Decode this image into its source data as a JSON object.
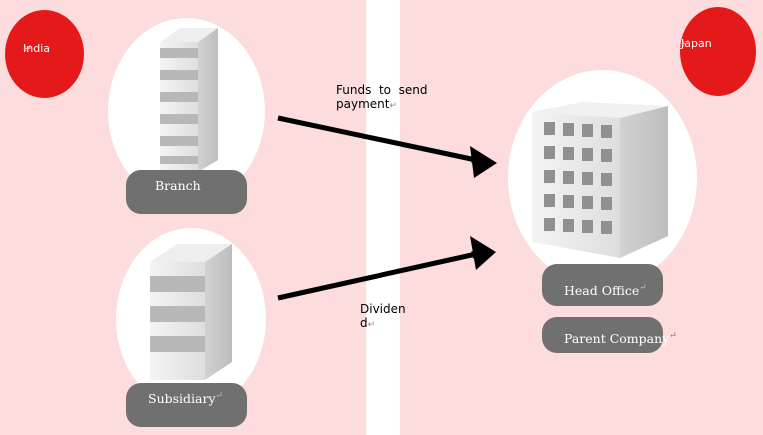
{
  "countries": {
    "left": {
      "label": "India",
      "mark": "↵",
      "color": "#e4191a"
    },
    "right": {
      "label": "Japan",
      "mark": "↵",
      "color": "#e4191a"
    }
  },
  "entities": {
    "branch": {
      "label": "Branch"
    },
    "subsidiary": {
      "label": "Subsidiary",
      "mark": "↵"
    },
    "head_office": {
      "label": "Head Office",
      "mark": "↵"
    },
    "parent_company": {
      "label": "Parent Company",
      "mark": "↵"
    }
  },
  "flows": {
    "funds": {
      "line1": "Funds  to  send",
      "line2": "payment",
      "mark": "↵"
    },
    "dividend": {
      "line1": "Dividen",
      "line2": "d",
      "mark": "↵"
    }
  },
  "colors": {
    "background": "#fcdcdc",
    "divider": "#ffffff",
    "pill": "#707070",
    "arrow": "#000000"
  }
}
